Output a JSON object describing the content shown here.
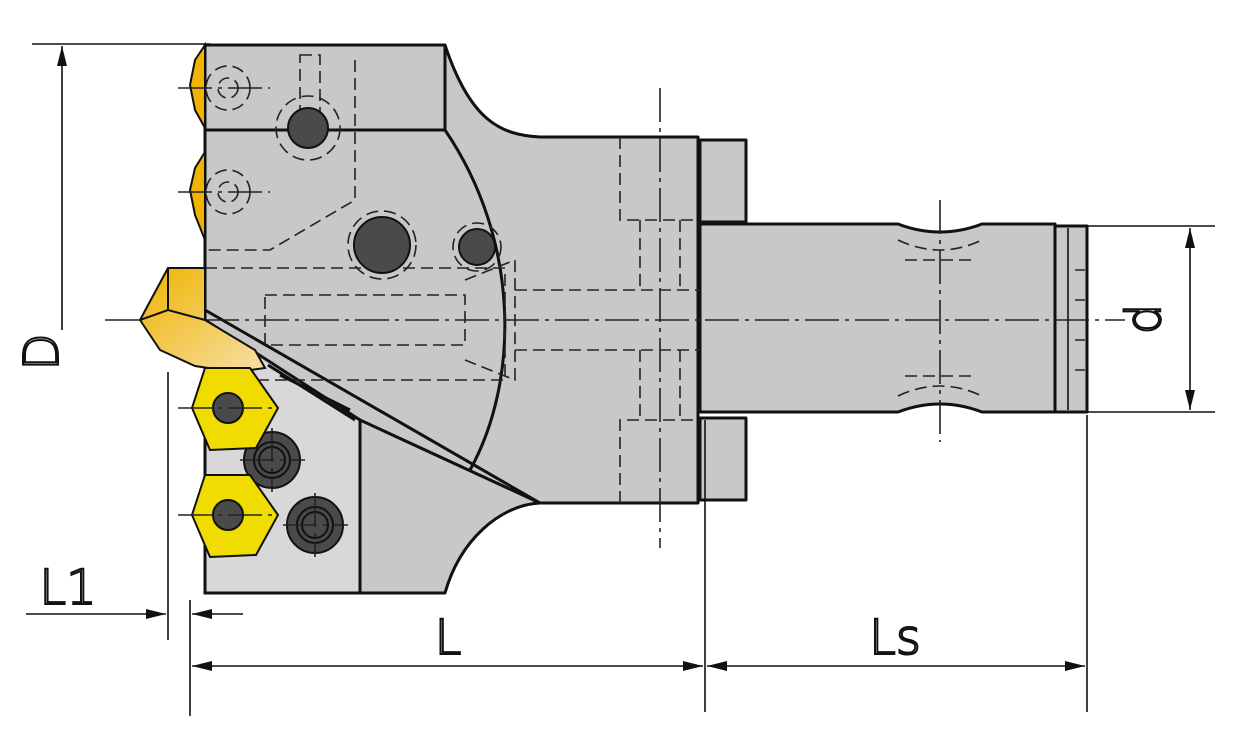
{
  "labels": {
    "D": "D",
    "d": "d",
    "L": "L",
    "L1": "L1",
    "Ls": "Ls"
  },
  "colors": {
    "body": "#c8c8c8",
    "body_dark": "#b4b4b4",
    "insert_yellow": "#f0dc00",
    "insert_gold": "#f0b400",
    "insert_gold_light": "#f6dfa8",
    "screw": "#4a4a4a",
    "line": "#111111"
  }
}
